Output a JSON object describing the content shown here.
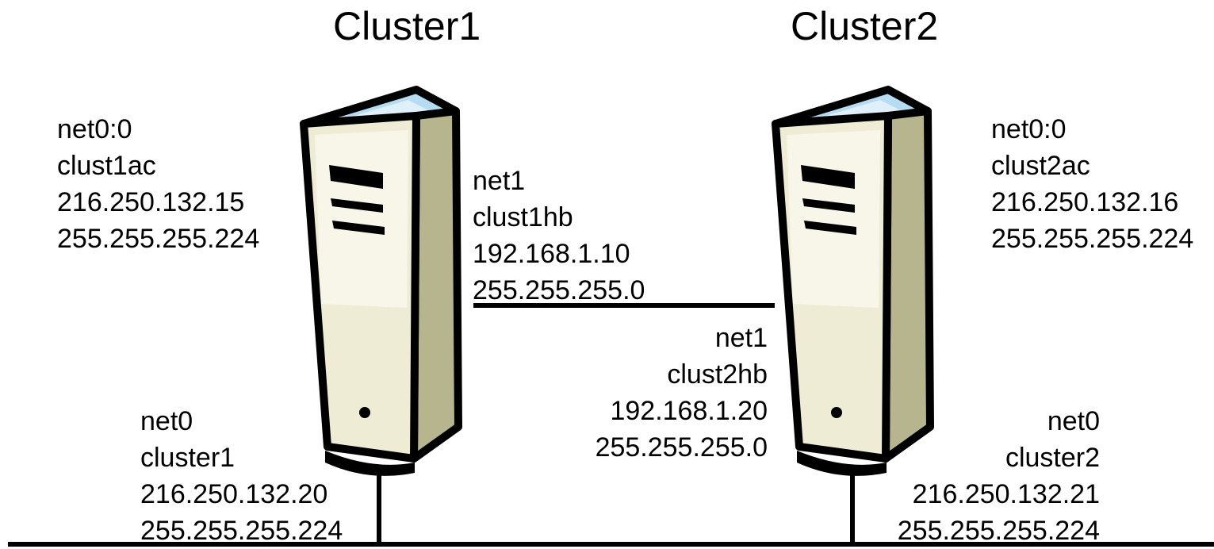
{
  "clusters": [
    {
      "title": "Cluster1",
      "net00": {
        "iface": "net0:0",
        "host": "clust1ac",
        "ip": "216.250.132.15",
        "mask": "255.255.255.224"
      },
      "net1": {
        "iface": "net1",
        "host": "clust1hb",
        "ip": "192.168.1.10",
        "mask": "255.255.255.0"
      },
      "net0": {
        "iface": "net0",
        "host": "cluster1",
        "ip": "216.250.132.20",
        "mask": "255.255.255.224"
      }
    },
    {
      "title": "Cluster2",
      "net00": {
        "iface": "net0:0",
        "host": "clust2ac",
        "ip": "216.250.132.16",
        "mask": "255.255.255.224"
      },
      "net1": {
        "iface": "net1",
        "host": "clust2hb",
        "ip": "192.168.1.20",
        "mask": "255.255.255.0"
      },
      "net0": {
        "iface": "net0",
        "host": "cluster2",
        "ip": "216.250.132.21",
        "mask": "255.255.255.224"
      }
    }
  ],
  "icons": {
    "server": "server-tower-icon"
  },
  "colors": {
    "case_light": "#efecd6",
    "case_shade": "#b7b58d",
    "top_glass": "#b6dcf2",
    "outline": "#000000"
  }
}
